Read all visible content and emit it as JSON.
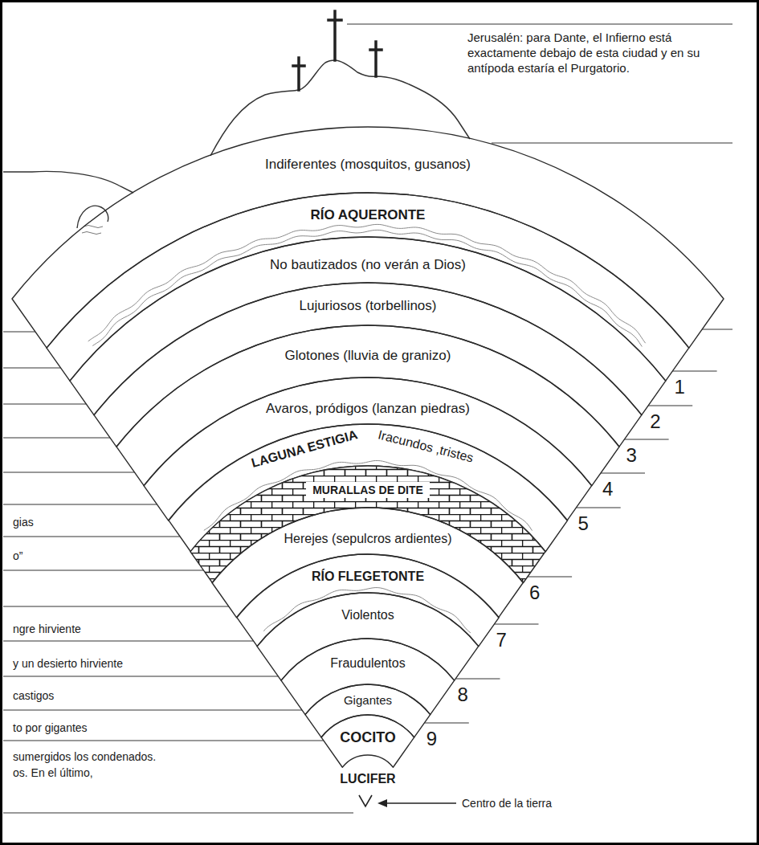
{
  "diagram": {
    "nodes": [
      {
        "text": [
          "Indiferentes (mosquitos, gusanos)"
        ]
      },
      {
        "text": [
          "RÍO AQUERONTE"
        ]
      },
      {
        "text": [
          "No bautizados (no verán a Dios)"
        ]
      },
      {
        "text": [
          "Lujuriosos (torbellinos)"
        ]
      },
      {
        "text": [
          "Glotones (lluvia de granizo)"
        ]
      },
      {
        "text": [
          "Avaros, pródigos (lanzan piedras)"
        ]
      },
      {
        "text": [
          "LAGUNA ESTIGIA",
          "Iracundos ,tristes"
        ]
      },
      {
        "text": [
          "MURALLAS DE DITE"
        ]
      },
      {
        "text": [
          "Herejes (sepulcros ardientes)"
        ]
      },
      {
        "text": [
          "RÍO FLEGETONTE"
        ]
      },
      {
        "text": [
          "Violentos"
        ]
      },
      {
        "text": [
          "Fraudulentos"
        ]
      },
      {
        "text": [
          "Gigantes"
        ]
      },
      {
        "text": [
          "COCITO"
        ]
      }
    ],
    "labels": [
      "Jerusalén: para Dante, el Infierno está exactamente debajo de esta ciudad y en su antípoda estaría el Purgatorio.",
      "1",
      "2",
      "3",
      "4",
      "5",
      "6",
      "7",
      "8",
      "9",
      "LUCIFER",
      "Centro de la tierra",
      "gias",
      "o”",
      "ngre hirviente",
      "y un desierto hirviente",
      "castigos",
      "to por gigantes",
      "sumergidos los condenados.",
      "os. En el último,"
    ]
  }
}
